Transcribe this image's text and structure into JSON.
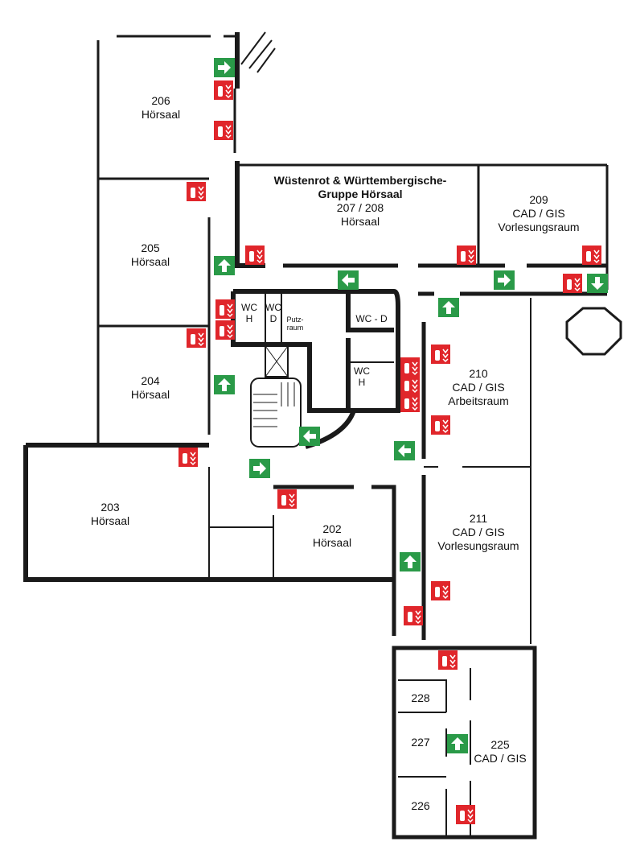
{
  "plan": {
    "colors": {
      "wall": "#1a1a1a",
      "exit_sign": "#2a9a48",
      "fire_sign": "#e0262b"
    },
    "rooms": {
      "r206": {
        "number": "206",
        "name": "Hörsaal"
      },
      "r205": {
        "number": "205",
        "name": "Hörsaal"
      },
      "r204": {
        "number": "204",
        "name": "Hörsaal"
      },
      "r203": {
        "number": "203",
        "name": "Hörsaal"
      },
      "r202": {
        "number": "202",
        "name": "Hörsaal"
      },
      "r207": {
        "title1": "Wüstenrot & Württembergische-",
        "title2": "Gruppe Hörsaal",
        "number": "207 / 208",
        "name": "Hörsaal"
      },
      "r209": {
        "number": "209",
        "line2": "CAD / GIS",
        "name": "Vorlesungsraum"
      },
      "r210": {
        "number": "210",
        "line2": "CAD / GIS",
        "name": "Arbeitsraum"
      },
      "r211": {
        "number": "211",
        "line2": "CAD / GIS",
        "name": "Vorlesungsraum"
      },
      "r225": {
        "number": "225",
        "line2": "CAD / GIS"
      },
      "r226": {
        "number": "226"
      },
      "r227": {
        "number": "227"
      },
      "r228": {
        "number": "228"
      },
      "wc_h1": {
        "l1": "WC",
        "l2": "H"
      },
      "wc_d1": {
        "l1": "WC",
        "l2": "D"
      },
      "putz": {
        "l1": "Putz-",
        "l2": "raum"
      },
      "wc_d2": {
        "l1": "WC - D"
      },
      "wc_h2": {
        "l1": "WC",
        "l2": "H"
      }
    }
  }
}
